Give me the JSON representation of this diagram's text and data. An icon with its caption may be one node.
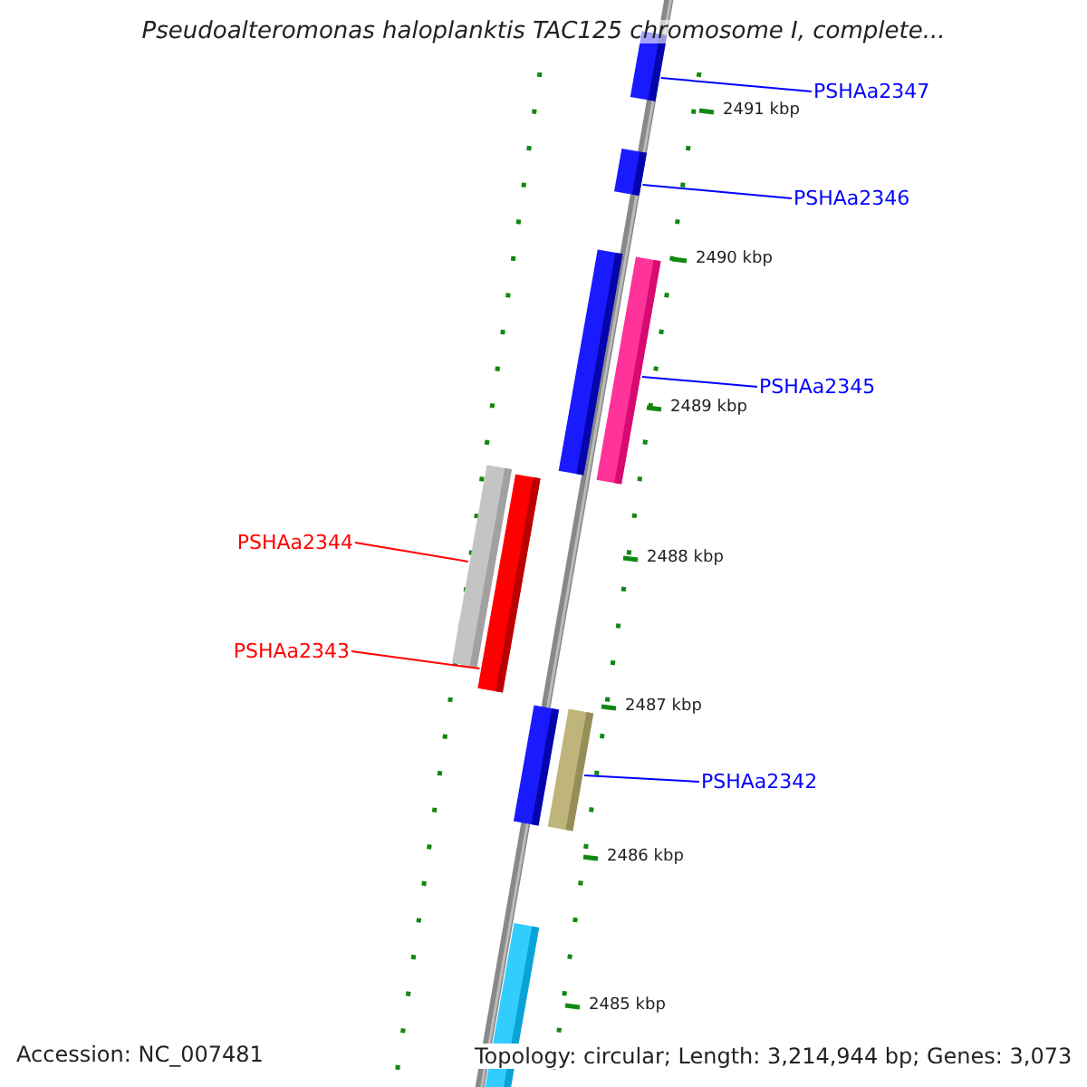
{
  "diagram": {
    "title": "Pseudoalteromonas haloplanktis TAC125 chromosome I, complete...",
    "nodes": [
      {
        "text": [
          "PSHAa2347"
        ]
      },
      {
        "text": [],
        "shape": "bar"
      },
      {
        "text": [
          "PSHAa2346"
        ]
      },
      {
        "text": [],
        "shape": "bar"
      },
      {
        "text": [
          "PSHAa2345"
        ]
      },
      {
        "text": [],
        "shape": "bar"
      },
      {
        "text": [
          "PSHAa2344"
        ]
      },
      {
        "text": [],
        "shape": "bar"
      },
      {
        "text": [
          "PSHAa2343"
        ]
      },
      {
        "text": [],
        "shape": "bar"
      },
      {
        "text": [
          "PSHAa2342"
        ]
      },
      {
        "text": [],
        "shape": "bar"
      }
    ],
    "edges": [
      {
        "from": 0,
        "to": 1,
        "arrow": "none"
      },
      {
        "from": 2,
        "to": 3,
        "arrow": "none"
      },
      {
        "from": 4,
        "to": 5,
        "arrow": "none"
      },
      {
        "from": 6,
        "to": 7,
        "arrow": "none",
        "color": "#ff0000"
      },
      {
        "from": 8,
        "to": 9,
        "arrow": "none",
        "color": "#ff0000"
      },
      {
        "from": 10,
        "to": 11,
        "arrow": "none"
      }
    ],
    "labels": [
      "2491 kbp",
      "2490 kbp",
      "2489 kbp",
      "2488 kbp",
      "2487 kbp",
      "2486 kbp",
      "2485 kbp",
      "Accession: NC_007481",
      "Topology: circular; Length: 3,214,944 bp; Genes: 3,073"
    ]
  }
}
